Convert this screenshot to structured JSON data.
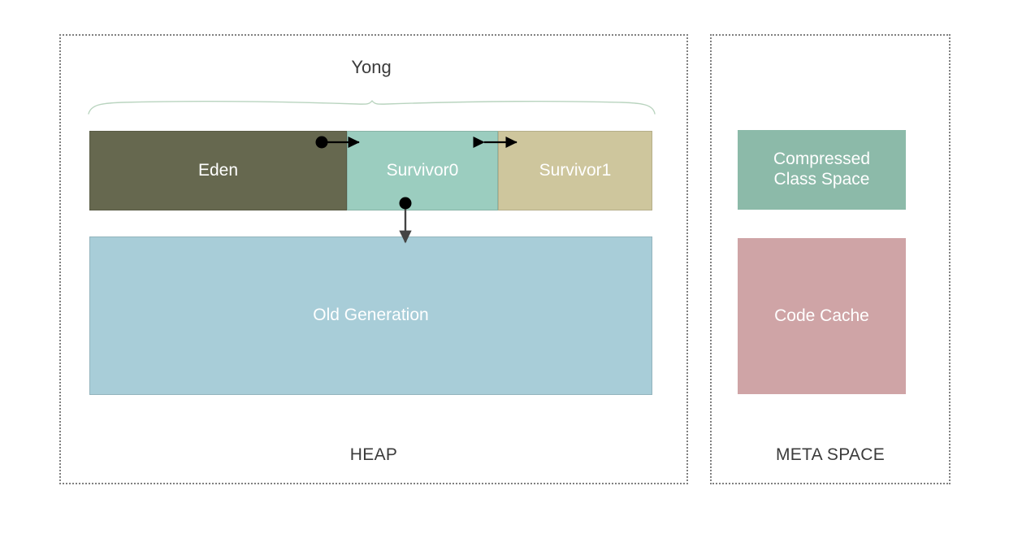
{
  "diagram": {
    "title_visible": false,
    "background": "#ffffff"
  },
  "heap": {
    "caption": "HEAP",
    "young_generation": {
      "label": "Yong",
      "brace_color": "#b9d4bf",
      "regions": [
        {
          "id": "eden",
          "label": "Eden",
          "color": "#66684f",
          "text_color": "#ffffff"
        },
        {
          "id": "survivor0",
          "label": "Survivor0",
          "color": "#9bcdbf",
          "text_color": "#ffffff"
        },
        {
          "id": "survivor1",
          "label": "Survivor1",
          "color": "#cec69d",
          "text_color": "#ffffff"
        }
      ]
    },
    "old_generation": {
      "id": "oldgen",
      "label": "Old Generation",
      "color": "#a8cdd8",
      "text_color": "#ffffff"
    },
    "arrows": [
      {
        "id": "eden-to-survivor0",
        "style": "dot-to-arrow",
        "direction": "right",
        "color": "#000000"
      },
      {
        "id": "survivor0-survivor1-swap",
        "style": "double-headed",
        "direction": "both",
        "color": "#000000"
      },
      {
        "id": "survivor0-to-oldgen",
        "style": "dot-to-arrow",
        "direction": "down",
        "color": "#444444"
      }
    ]
  },
  "meta_space": {
    "caption": "META SPACE",
    "regions": [
      {
        "id": "compressed-class-space",
        "label": "Compressed\nClass Space",
        "line1": "Compressed",
        "line2": "Class Space",
        "color": "#8cbaa9",
        "text_color": "#ffffff"
      },
      {
        "id": "code-cache",
        "label": "Code Cache",
        "color": "#cfa4a6",
        "text_color": "#ffffff"
      }
    ]
  },
  "colors": {
    "panel_border": "#808080",
    "caption_text": "#3b3b3b",
    "arrow": "#000000",
    "arrow_down": "#444444"
  }
}
